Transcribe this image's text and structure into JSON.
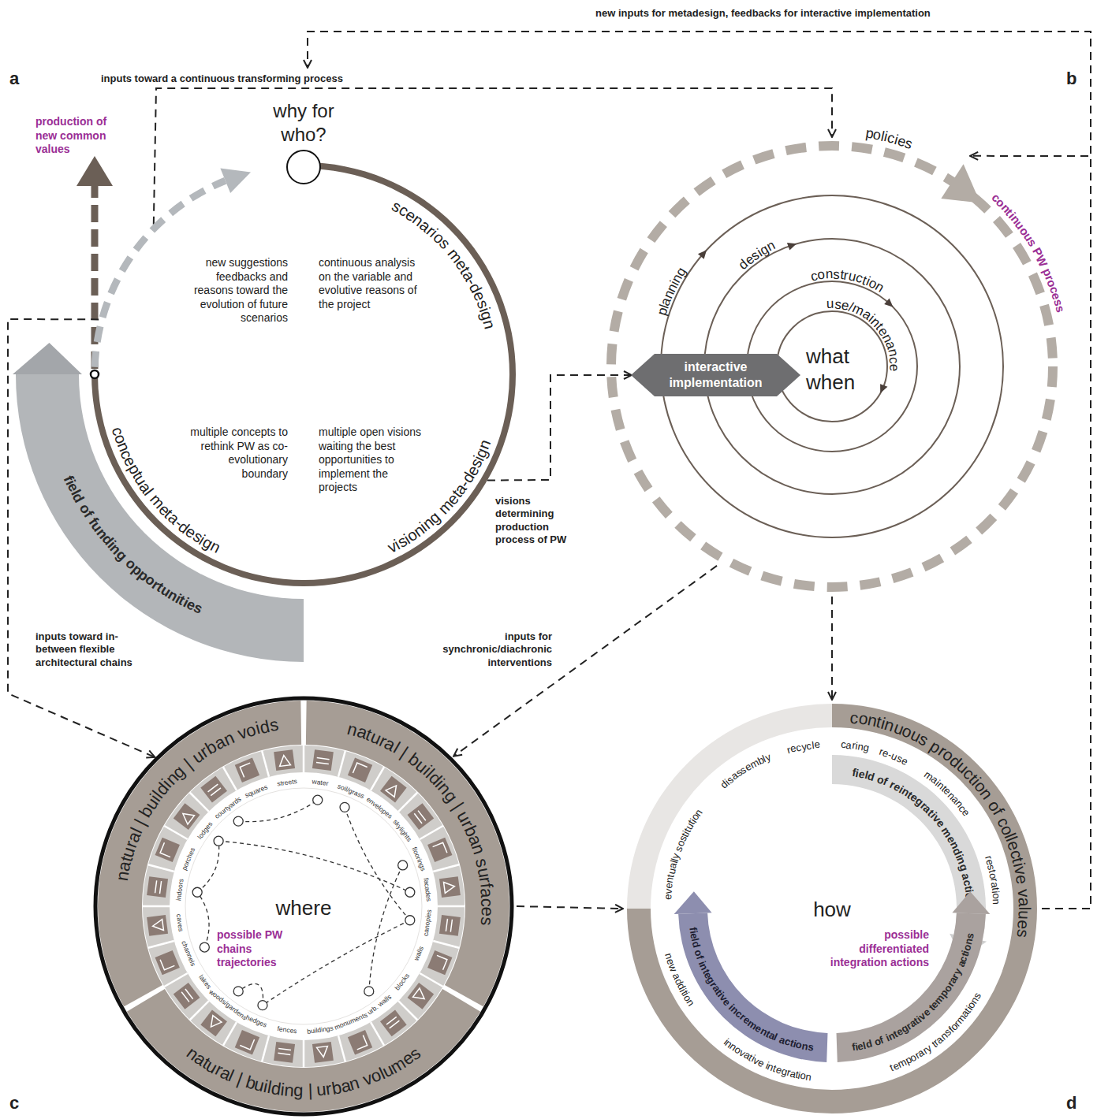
{
  "diagram": {
    "nodes": [
      {
        "text": [
          "why for who?",
          "scenarios meta-design",
          "conceptual meta-design",
          "visioning meta-design",
          "new suggestions feedbacks and reasons toward the evolution of future scenarios",
          "continuous analysis on the variable and evolutive reasons of the project",
          "multiple concepts to rethink PW as co-evolutionary boundary",
          "multiple open visions waiting the best opportunities to implement the projects"
        ]
      },
      {
        "text": [
          "field of funding opportunities"
        ]
      },
      {
        "text": [
          "policies",
          "continuous PW process",
          "planning",
          "design",
          "construction",
          "use/maintenance",
          "what when"
        ]
      },
      {
        "text": [
          "interactive implementation"
        ],
        "in": 2
      },
      {
        "text": [
          "where",
          "possible PW chains trajectories",
          "water",
          "soil/grass",
          "envelopes",
          "skylights",
          "floorings",
          "facades",
          "canopies",
          "walls",
          "blocks",
          "urb. walls",
          "monuments",
          "buildings",
          "fences",
          "hedges",
          "woods/gardens",
          "lakes",
          "channels",
          "caves",
          "indoors",
          "porches",
          "lodges",
          "courtyards",
          "squares",
          "streets"
        ]
      },
      {
        "text": [
          "natural | building | urban voids"
        ],
        "in": 4
      },
      {
        "text": [
          "natural | building | urban surfaces"
        ],
        "in": 4
      },
      {
        "text": [
          "natural | building | urban volumes"
        ],
        "in": 4
      },
      {
        "text": [
          "how",
          "possible differentiated integration actions",
          "continuous production of collective values",
          "caring",
          "re-use",
          "maintenance",
          "restoration",
          "recycle",
          "disassembly",
          "eventually sostitution",
          "new addition",
          "innovative integration",
          "temporary transformations"
        ]
      },
      {
        "text": [
          "field of reintegrative mending actions"
        ],
        "in": 8
      },
      {
        "text": [
          "field of integrative incremental actions"
        ],
        "in": 8
      },
      {
        "text": [
          "field of integrative temporary actions"
        ],
        "in": 8
      }
    ],
    "edges": [
      {
        "from": 0,
        "to": 2,
        "arrow": "to",
        "label": "inputs toward a continuous transforming process"
      },
      {
        "from": 0,
        "to": 3,
        "arrow": "to",
        "label": "visions determining production process of PW"
      },
      {
        "from": 0,
        "to": 4,
        "arrow": "to",
        "label": "inputs toward in-between flexible architectural chains"
      },
      {
        "from": 2,
        "to": 4,
        "arrow": "to",
        "label": "inputs for synchronic/diachronic interventions"
      },
      {
        "from": 2,
        "to": 8,
        "arrow": "to"
      },
      {
        "from": 4,
        "to": 8,
        "arrow": "to"
      },
      {
        "from": 8,
        "to": 0,
        "arrow": "to",
        "label": "new inputs for metadesign, feedbacks for interactive implementation"
      },
      {
        "from": 8,
        "to": 2,
        "arrow": "to"
      }
    ],
    "labels": [
      "a",
      "b",
      "c",
      "d",
      "production of new common values"
    ]
  }
}
